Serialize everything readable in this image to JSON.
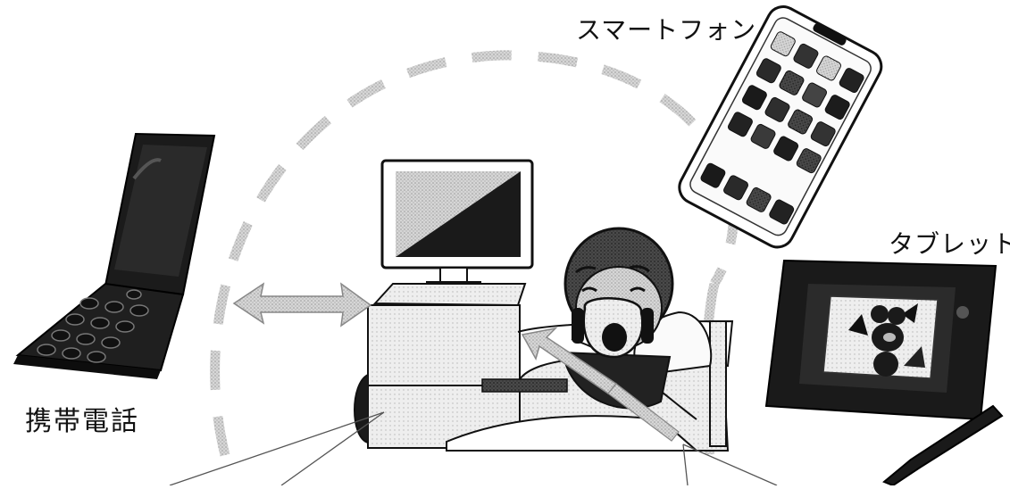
{
  "labels": {
    "smartphone": "スマートフォン",
    "tablet": "タブレット",
    "cellphone": "携帯電話"
  },
  "colors": {
    "ink": "#111111",
    "dark": "#1a1a1a",
    "mid_gray": "#6e6e6e",
    "light_gray": "#d3d3d3",
    "dash_gray": "#bdbdbd",
    "paper": "#ffffff"
  },
  "icons": [
    "flip-phone-icon",
    "smartphone-icon",
    "tablet-icon",
    "stylus-icon",
    "computer-monitor-icon",
    "patient-icon",
    "breathing-mask-icon",
    "double-arrow-icon"
  ]
}
